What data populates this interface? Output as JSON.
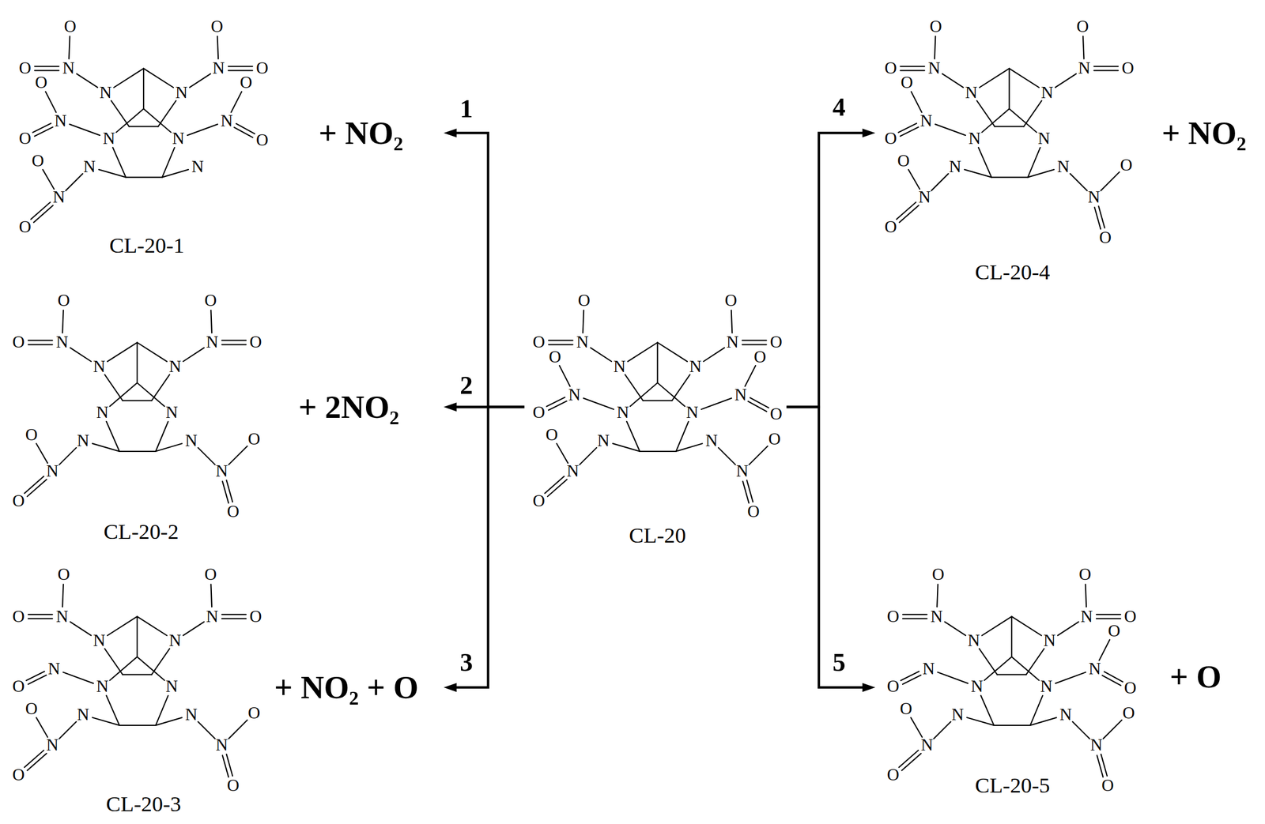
{
  "diagram": {
    "nodes": [
      {
        "text": [
          "CL-20-1",
          "+ NO₂"
        ]
      },
      {
        "text": [
          "CL-20-4",
          "+ NO₂"
        ]
      },
      {
        "text": [
          "CL-20-2",
          "+ 2NO₂"
        ]
      },
      {
        "text": [
          "CL-20"
        ]
      },
      {
        "text": [
          "CL-20-3",
          "+ NO₂ + O"
        ]
      },
      {
        "text": [
          "CL-20-5",
          "+ O"
        ]
      }
    ],
    "edges": [
      {
        "from": 3,
        "to": 0,
        "label": "1",
        "arrow": "to"
      },
      {
        "from": 3,
        "to": 2,
        "label": "2",
        "arrow": "to"
      },
      {
        "from": 3,
        "to": 4,
        "label": "3",
        "arrow": "to"
      },
      {
        "from": 3,
        "to": 1,
        "label": "4",
        "arrow": "to"
      },
      {
        "from": 3,
        "to": 5,
        "label": "5",
        "arrow": "to"
      }
    ],
    "labels": [
      "N",
      "N",
      "N",
      "N",
      "N",
      "N",
      "N",
      "O",
      "O",
      "N",
      "O",
      "O",
      "N",
      "O",
      "O",
      "N",
      "O",
      "O",
      "N",
      "O",
      "O",
      "N",
      "N",
      "N",
      "N",
      "N",
      "N",
      "N",
      "O",
      "O",
      "N",
      "O",
      "O",
      "N",
      "O",
      "O",
      "N",
      "O",
      "O",
      "N",
      "O",
      "O",
      "N",
      "N",
      "N",
      "N",
      "N",
      "N",
      "N",
      "O",
      "O",
      "N",
      "O",
      "O",
      "N",
      "O",
      "O",
      "N",
      "O",
      "O",
      "N",
      "N",
      "N",
      "N",
      "N",
      "N",
      "N",
      "O",
      "O",
      "N",
      "O",
      "O",
      "N",
      "O",
      "O",
      "N",
      "O",
      "O",
      "N",
      "O",
      "O",
      "N",
      "O",
      "O",
      "N",
      "N",
      "N",
      "N",
      "N",
      "N",
      "N",
      "O",
      "O",
      "N",
      "O",
      "O",
      "N",
      "O",
      "N",
      "O",
      "O",
      "N",
      "O",
      "O",
      "N",
      "N",
      "N",
      "N",
      "N",
      "N",
      "N",
      "O",
      "O",
      "N",
      "O",
      "O",
      "N",
      "O",
      "N",
      "O",
      "O",
      "N",
      "O",
      "O",
      "N",
      "O",
      "O"
    ]
  }
}
